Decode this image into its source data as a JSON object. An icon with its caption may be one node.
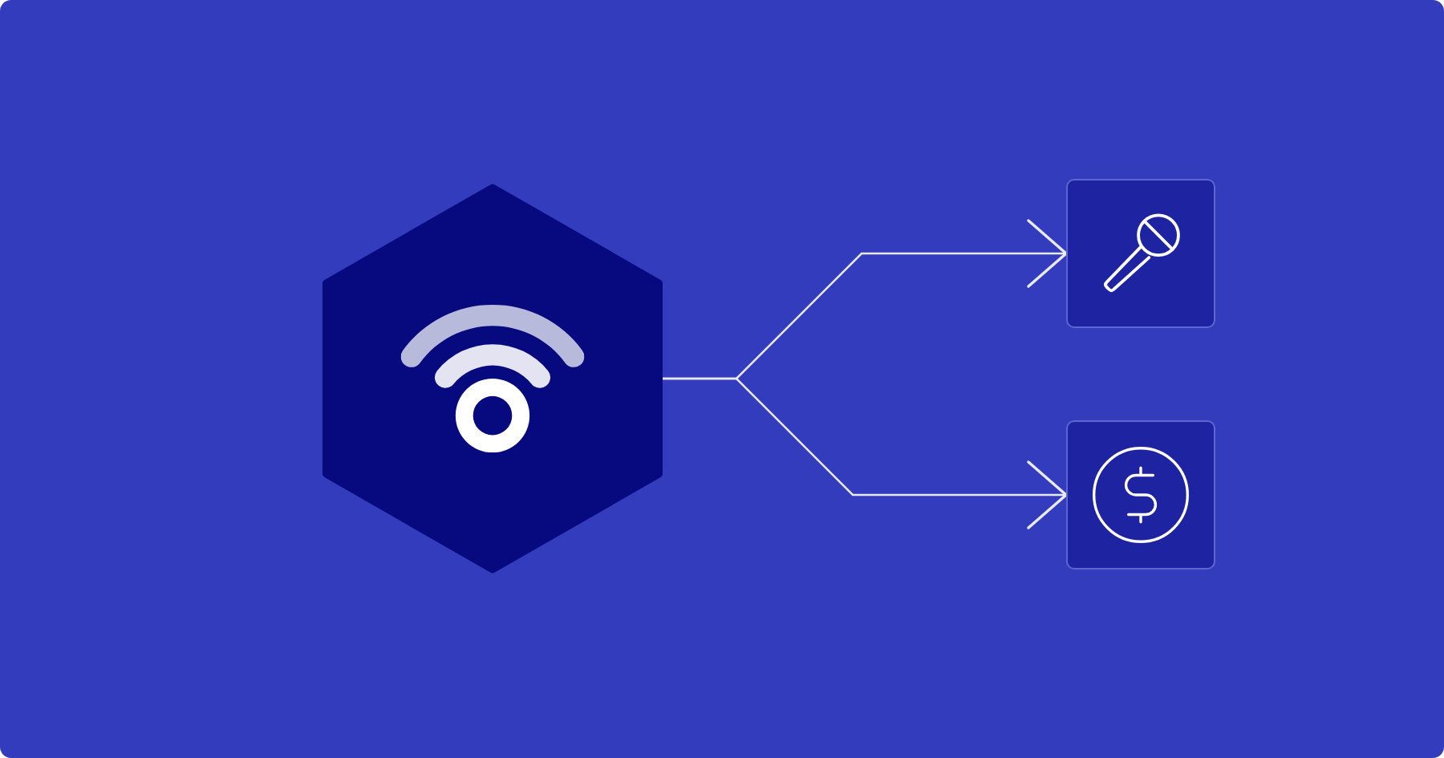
{
  "diagram": {
    "nodes": [
      {
        "text": [],
        "shape": "hexagon"
      },
      {
        "text": [],
        "shape": "box"
      },
      {
        "text": [],
        "shape": "box"
      }
    ],
    "edges": [
      {
        "from": 0,
        "to": 1,
        "arrow": "to"
      },
      {
        "from": 0,
        "to": 2,
        "arrow": "to"
      }
    ]
  }
}
